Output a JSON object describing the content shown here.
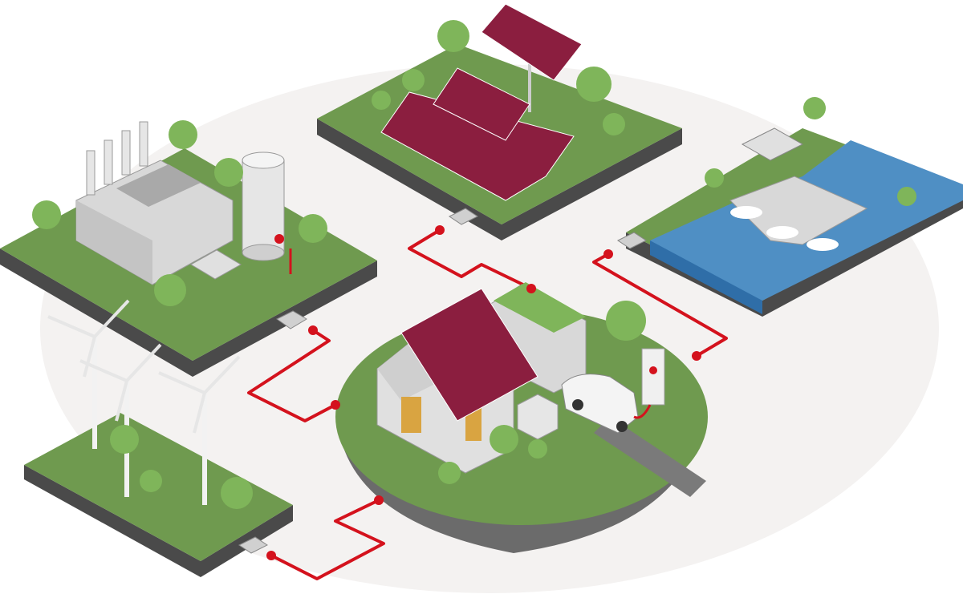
{
  "illustration": {
    "subject": "renewable-energy-grid",
    "nodes": [
      "power-plant",
      "solar-farm",
      "hydro-dam",
      "wind-farm",
      "smart-home"
    ]
  },
  "colors": {
    "background": "#ffffff",
    "backdrop": "#f4f2f1",
    "grass": "#6f9a4f",
    "grass_dark": "#5a7f3d",
    "platform_side": "#4a4a4a",
    "platform_side_light": "#6b6b6b",
    "cable": "#d4121d",
    "solar_panel": "#8b1e3f",
    "water": "#4f8fc4",
    "water_dark": "#2f6ea8",
    "tree": "#7fb55a",
    "building": "#d8d8d8"
  }
}
